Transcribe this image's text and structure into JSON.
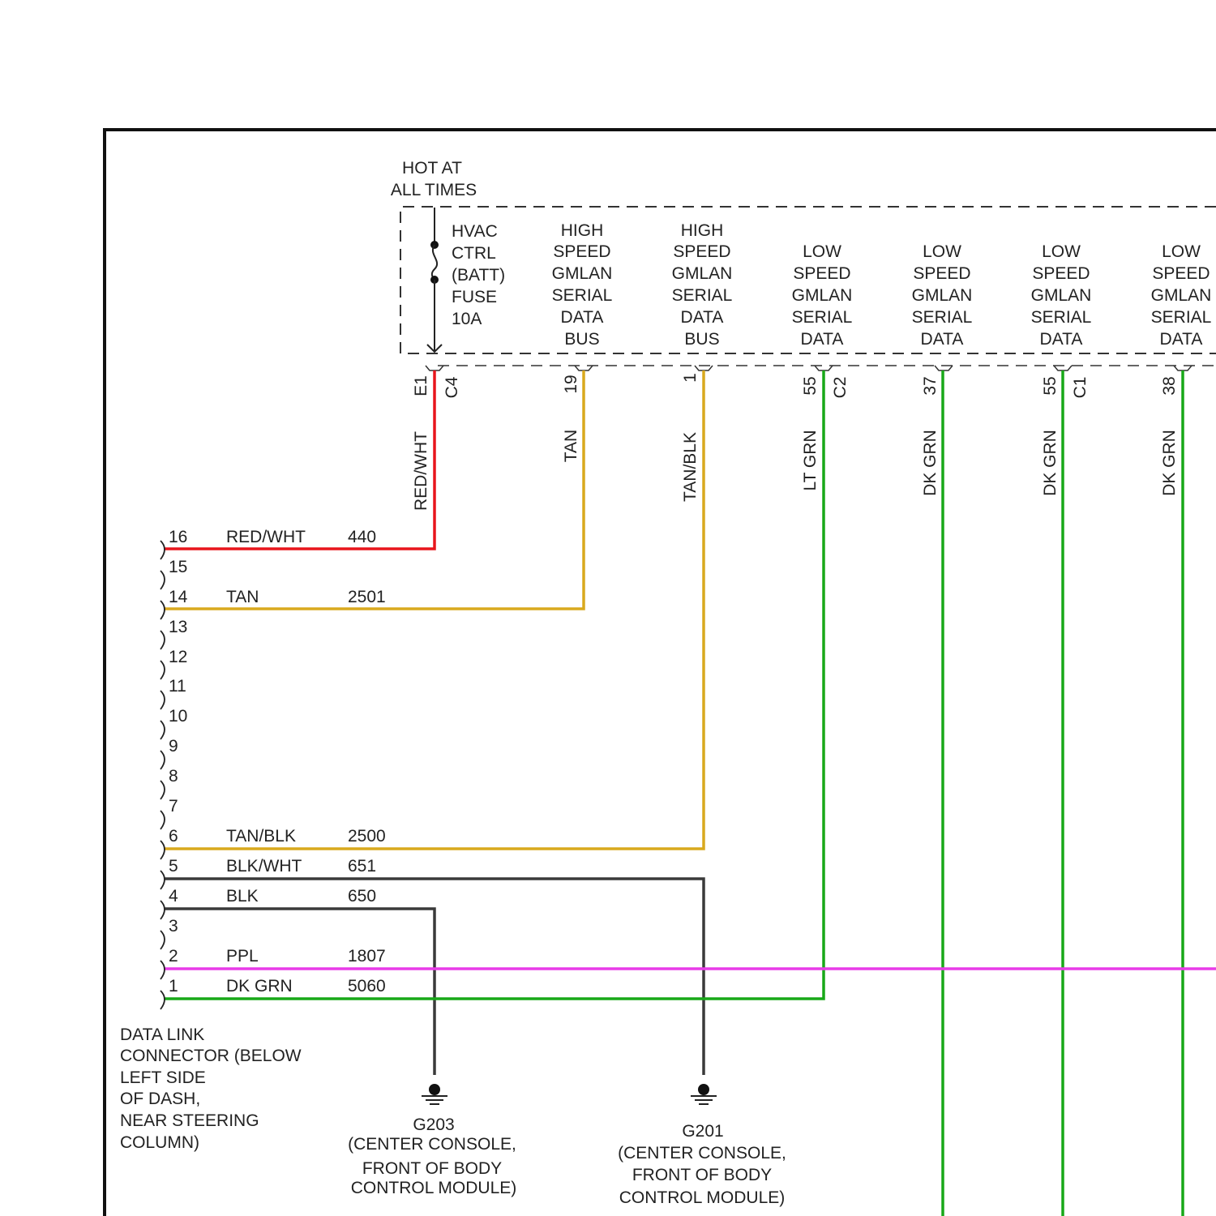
{
  "colors": {
    "red_wht": "#e8151c",
    "tan": "#d9a91e",
    "green": "#18a818",
    "black": "#3a3a3a",
    "purple": "#e83be8"
  },
  "module": {
    "hot_at_all_times": [
      "HOT AT",
      "ALL TIMES"
    ],
    "fuse_label": [
      "HVAC",
      "CTRL",
      "(BATT)",
      "FUSE",
      "10A"
    ],
    "circuits": [
      {
        "label": [
          "HIGH",
          "SPEED",
          "GMLAN",
          "SERIAL",
          "DATA",
          "BUS"
        ]
      },
      {
        "label": [
          "HIGH",
          "SPEED",
          "GMLAN",
          "SERIAL",
          "DATA",
          "BUS"
        ]
      },
      {
        "label": [
          "LOW",
          "SPEED",
          "GMLAN",
          "SERIAL",
          "DATA"
        ]
      },
      {
        "label": [
          "LOW",
          "SPEED",
          "GMLAN",
          "SERIAL",
          "DATA"
        ]
      },
      {
        "label": [
          "LOW",
          "SPEED",
          "GMLAN",
          "SERIAL",
          "DATA"
        ]
      },
      {
        "label": [
          "LOW",
          "SPEED",
          "GMLAN",
          "SERIAL",
          "DATA"
        ]
      }
    ]
  },
  "terminals": [
    {
      "pin": "E1",
      "connector": "C4",
      "wire_color": "RED/WHT"
    },
    {
      "pin": "19",
      "connector": "",
      "wire_color": "TAN"
    },
    {
      "pin": "1",
      "connector": "",
      "wire_color": "TAN/BLK"
    },
    {
      "pin": "55",
      "connector": "C2",
      "wire_color": "LT GRN"
    },
    {
      "pin": "37",
      "connector": "",
      "wire_color": "DK GRN"
    },
    {
      "pin": "55",
      "connector": "C1",
      "wire_color": "DK GRN"
    },
    {
      "pin": "38",
      "connector": "",
      "wire_color": "DK GRN"
    }
  ],
  "dlc": {
    "pins": [
      {
        "pin": "16",
        "color": "RED/WHT",
        "circuit": "440"
      },
      {
        "pin": "15",
        "color": "",
        "circuit": ""
      },
      {
        "pin": "14",
        "color": "TAN",
        "circuit": "2501"
      },
      {
        "pin": "13",
        "color": "",
        "circuit": ""
      },
      {
        "pin": "12",
        "color": "",
        "circuit": ""
      },
      {
        "pin": "11",
        "color": "",
        "circuit": ""
      },
      {
        "pin": "10",
        "color": "",
        "circuit": ""
      },
      {
        "pin": "9",
        "color": "",
        "circuit": ""
      },
      {
        "pin": "8",
        "color": "",
        "circuit": ""
      },
      {
        "pin": "7",
        "color": "",
        "circuit": ""
      },
      {
        "pin": "6",
        "color": "TAN/BLK",
        "circuit": "2500"
      },
      {
        "pin": "5",
        "color": "BLK/WHT",
        "circuit": "651"
      },
      {
        "pin": "4",
        "color": "BLK",
        "circuit": "650"
      },
      {
        "pin": "3",
        "color": "",
        "circuit": ""
      },
      {
        "pin": "2",
        "color": "PPL",
        "circuit": "1807"
      },
      {
        "pin": "1",
        "color": "DK GRN",
        "circuit": "5060"
      }
    ],
    "label": [
      "DATA LINK",
      "CONNECTOR (BELOW",
      "LEFT SIDE",
      "OF DASH,",
      "NEAR STEERING",
      "COLUMN)"
    ]
  },
  "grounds": [
    {
      "name": "G203",
      "location": [
        "(CENTER CONSOLE,",
        "FRONT OF BODY",
        "CONTROL MODULE)"
      ]
    },
    {
      "name": "G201",
      "location": [
        "(CENTER CONSOLE,",
        "FRONT OF BODY",
        "CONTROL MODULE)"
      ]
    }
  ]
}
